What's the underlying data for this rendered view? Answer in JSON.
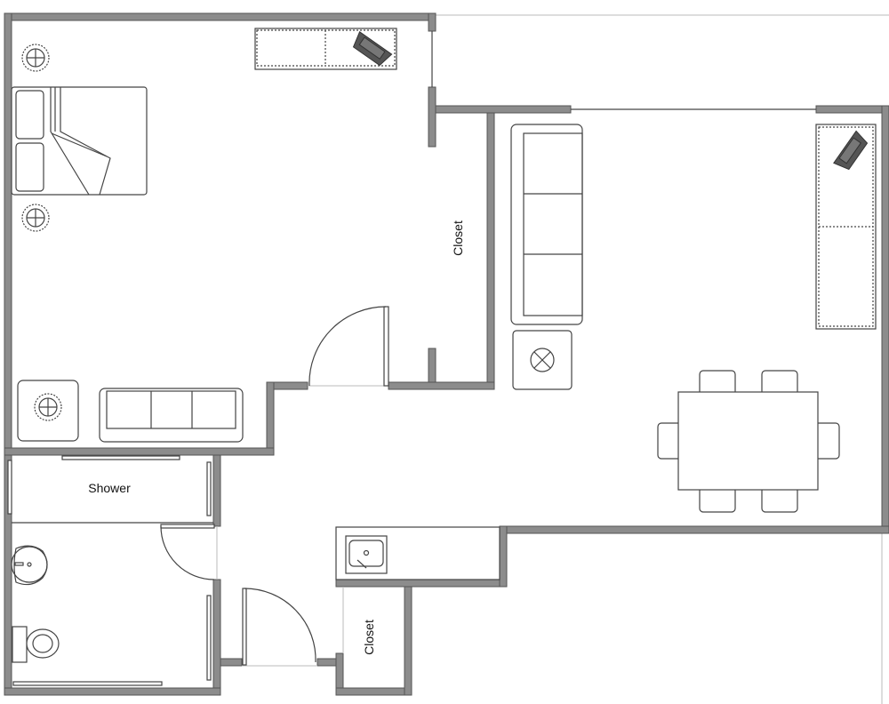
{
  "plan": {
    "rooms": [
      {
        "label": "Closet"
      },
      {
        "label": "Shower"
      },
      {
        "label": "Closet"
      }
    ]
  },
  "colors": {
    "wall": "#8c8c8c",
    "wall_outline": "#555555",
    "line": "#444444"
  }
}
